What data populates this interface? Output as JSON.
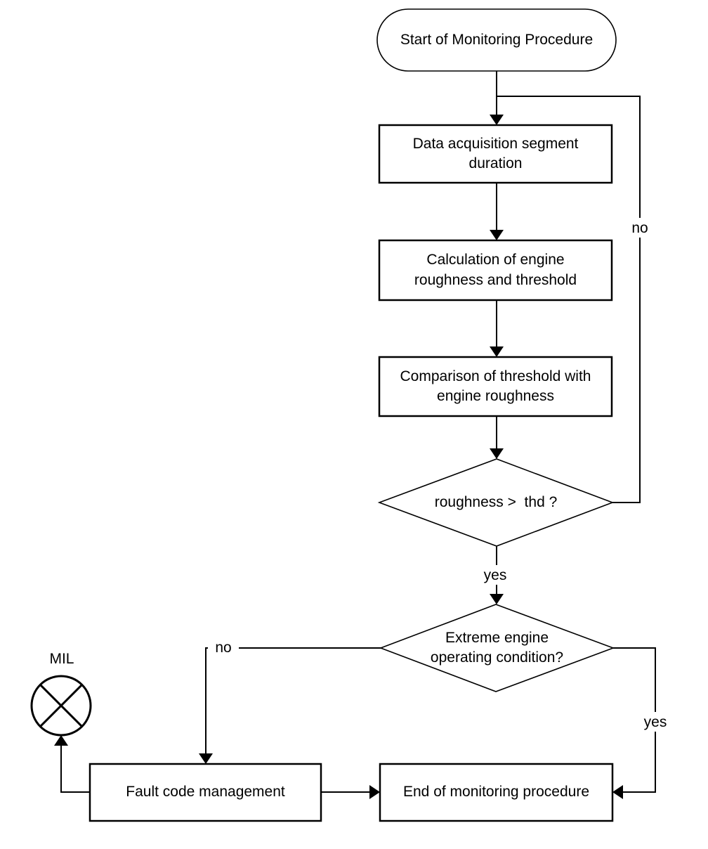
{
  "nodes": {
    "start": {
      "label": "Start of Monitoring Procedure",
      "shape": "terminator"
    },
    "acquisition": {
      "label": "Data acquisition segment\nduration",
      "shape": "process"
    },
    "calculation": {
      "label": "Calculation of engine\nroughness and threshold",
      "shape": "process"
    },
    "comparison": {
      "label": "Comparison of threshold with\nengine roughness",
      "shape": "process"
    },
    "roughness_decision": {
      "label": "roughness >  thd ?",
      "shape": "decision"
    },
    "extreme_decision": {
      "label": "Extreme engine\noperating condition?",
      "shape": "decision"
    },
    "fault": {
      "label": "Fault code management",
      "shape": "process"
    },
    "end": {
      "label": "End of monitoring procedure",
      "shape": "process"
    },
    "mil": {
      "label": "MIL",
      "shape": "indicator-lamp"
    }
  },
  "edge_labels": {
    "roughness_no": "no",
    "roughness_yes": "yes",
    "extreme_no": "no",
    "extreme_yes": "yes"
  },
  "colors": {
    "stroke": "#000000",
    "background": "#ffffff"
  }
}
